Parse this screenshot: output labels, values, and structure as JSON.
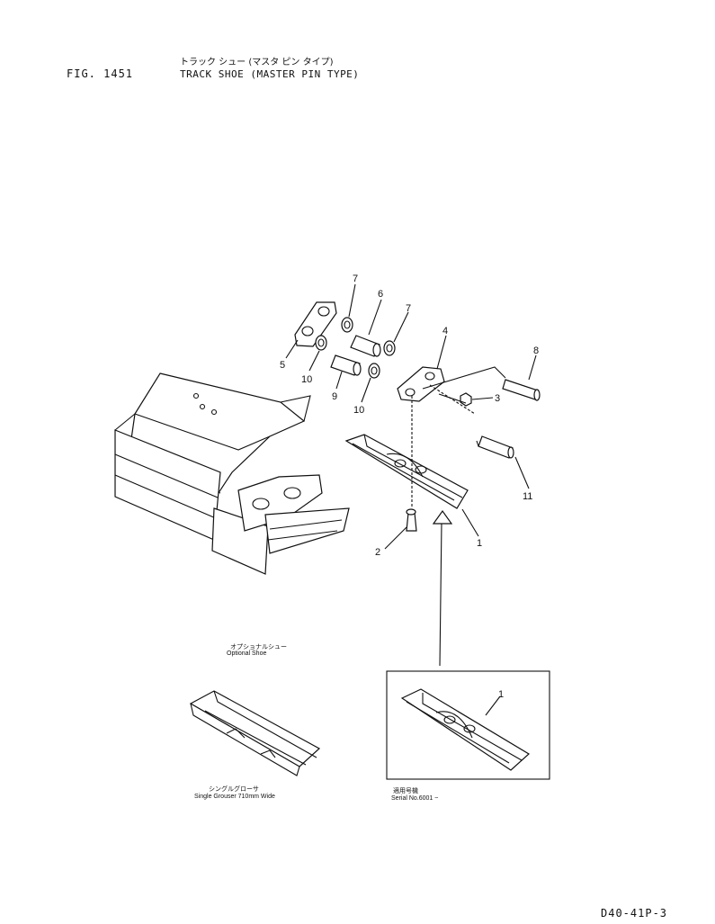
{
  "header": {
    "fig_no": "FIG. 1451",
    "title_jp": "トラック シュー (マスタ ピン タイプ)",
    "title_en": "TRACK SHOE (MASTER PIN TYPE)"
  },
  "callouts": [
    {
      "id": "p7a",
      "label": "7"
    },
    {
      "id": "p6",
      "label": "6"
    },
    {
      "id": "p7b",
      "label": "7"
    },
    {
      "id": "p4",
      "label": "4"
    },
    {
      "id": "p8",
      "label": "8"
    },
    {
      "id": "p5",
      "label": "5"
    },
    {
      "id": "p10a",
      "label": "10"
    },
    {
      "id": "p9",
      "label": "9"
    },
    {
      "id": "p10b",
      "label": "10"
    },
    {
      "id": "p3",
      "label": "3"
    },
    {
      "id": "p11",
      "label": "11"
    },
    {
      "id": "p2",
      "label": "2"
    },
    {
      "id": "p1",
      "label": "1"
    },
    {
      "id": "p1b",
      "label": "1"
    }
  ],
  "optional_shoe": {
    "caption_jp": "オプショナルシュー",
    "caption_en": "Optional Shoe",
    "sub_jp": "シングルグローサ",
    "sub_en": "Single Grouser 710mm Wide"
  },
  "serial_box": {
    "caption_jp": "適用号機",
    "caption_en": "Serial No.6001 ~"
  },
  "footer": {
    "page_code": "D40-41P-3"
  }
}
